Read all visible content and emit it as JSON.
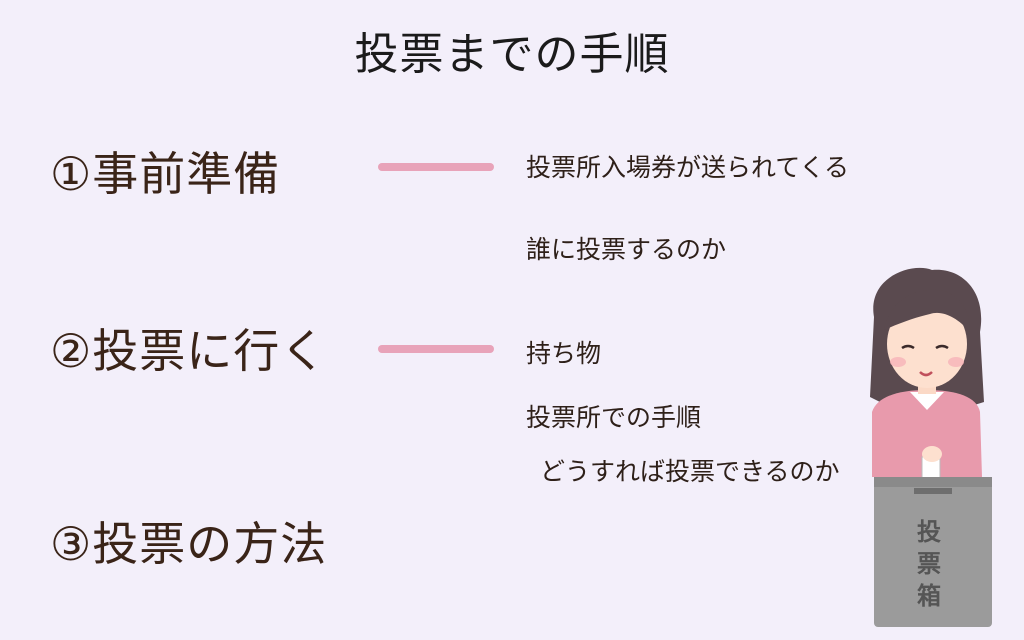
{
  "title": "投票までの手順",
  "steps": [
    "①事前準備",
    "②投票に行く",
    "③投票の方法"
  ],
  "notes": [
    "投票所入場券が送られてくる",
    "誰に投票するのか",
    "持ち物",
    "投票所での手順",
    "どうすれば投票できるのか"
  ],
  "illustration": {
    "box_label": [
      "投",
      "票",
      "箱"
    ],
    "colors": {
      "background": "#f3effa",
      "connector": "#e8a3b9",
      "sweater": "#e89aac",
      "box": "#9b9b9b"
    }
  }
}
